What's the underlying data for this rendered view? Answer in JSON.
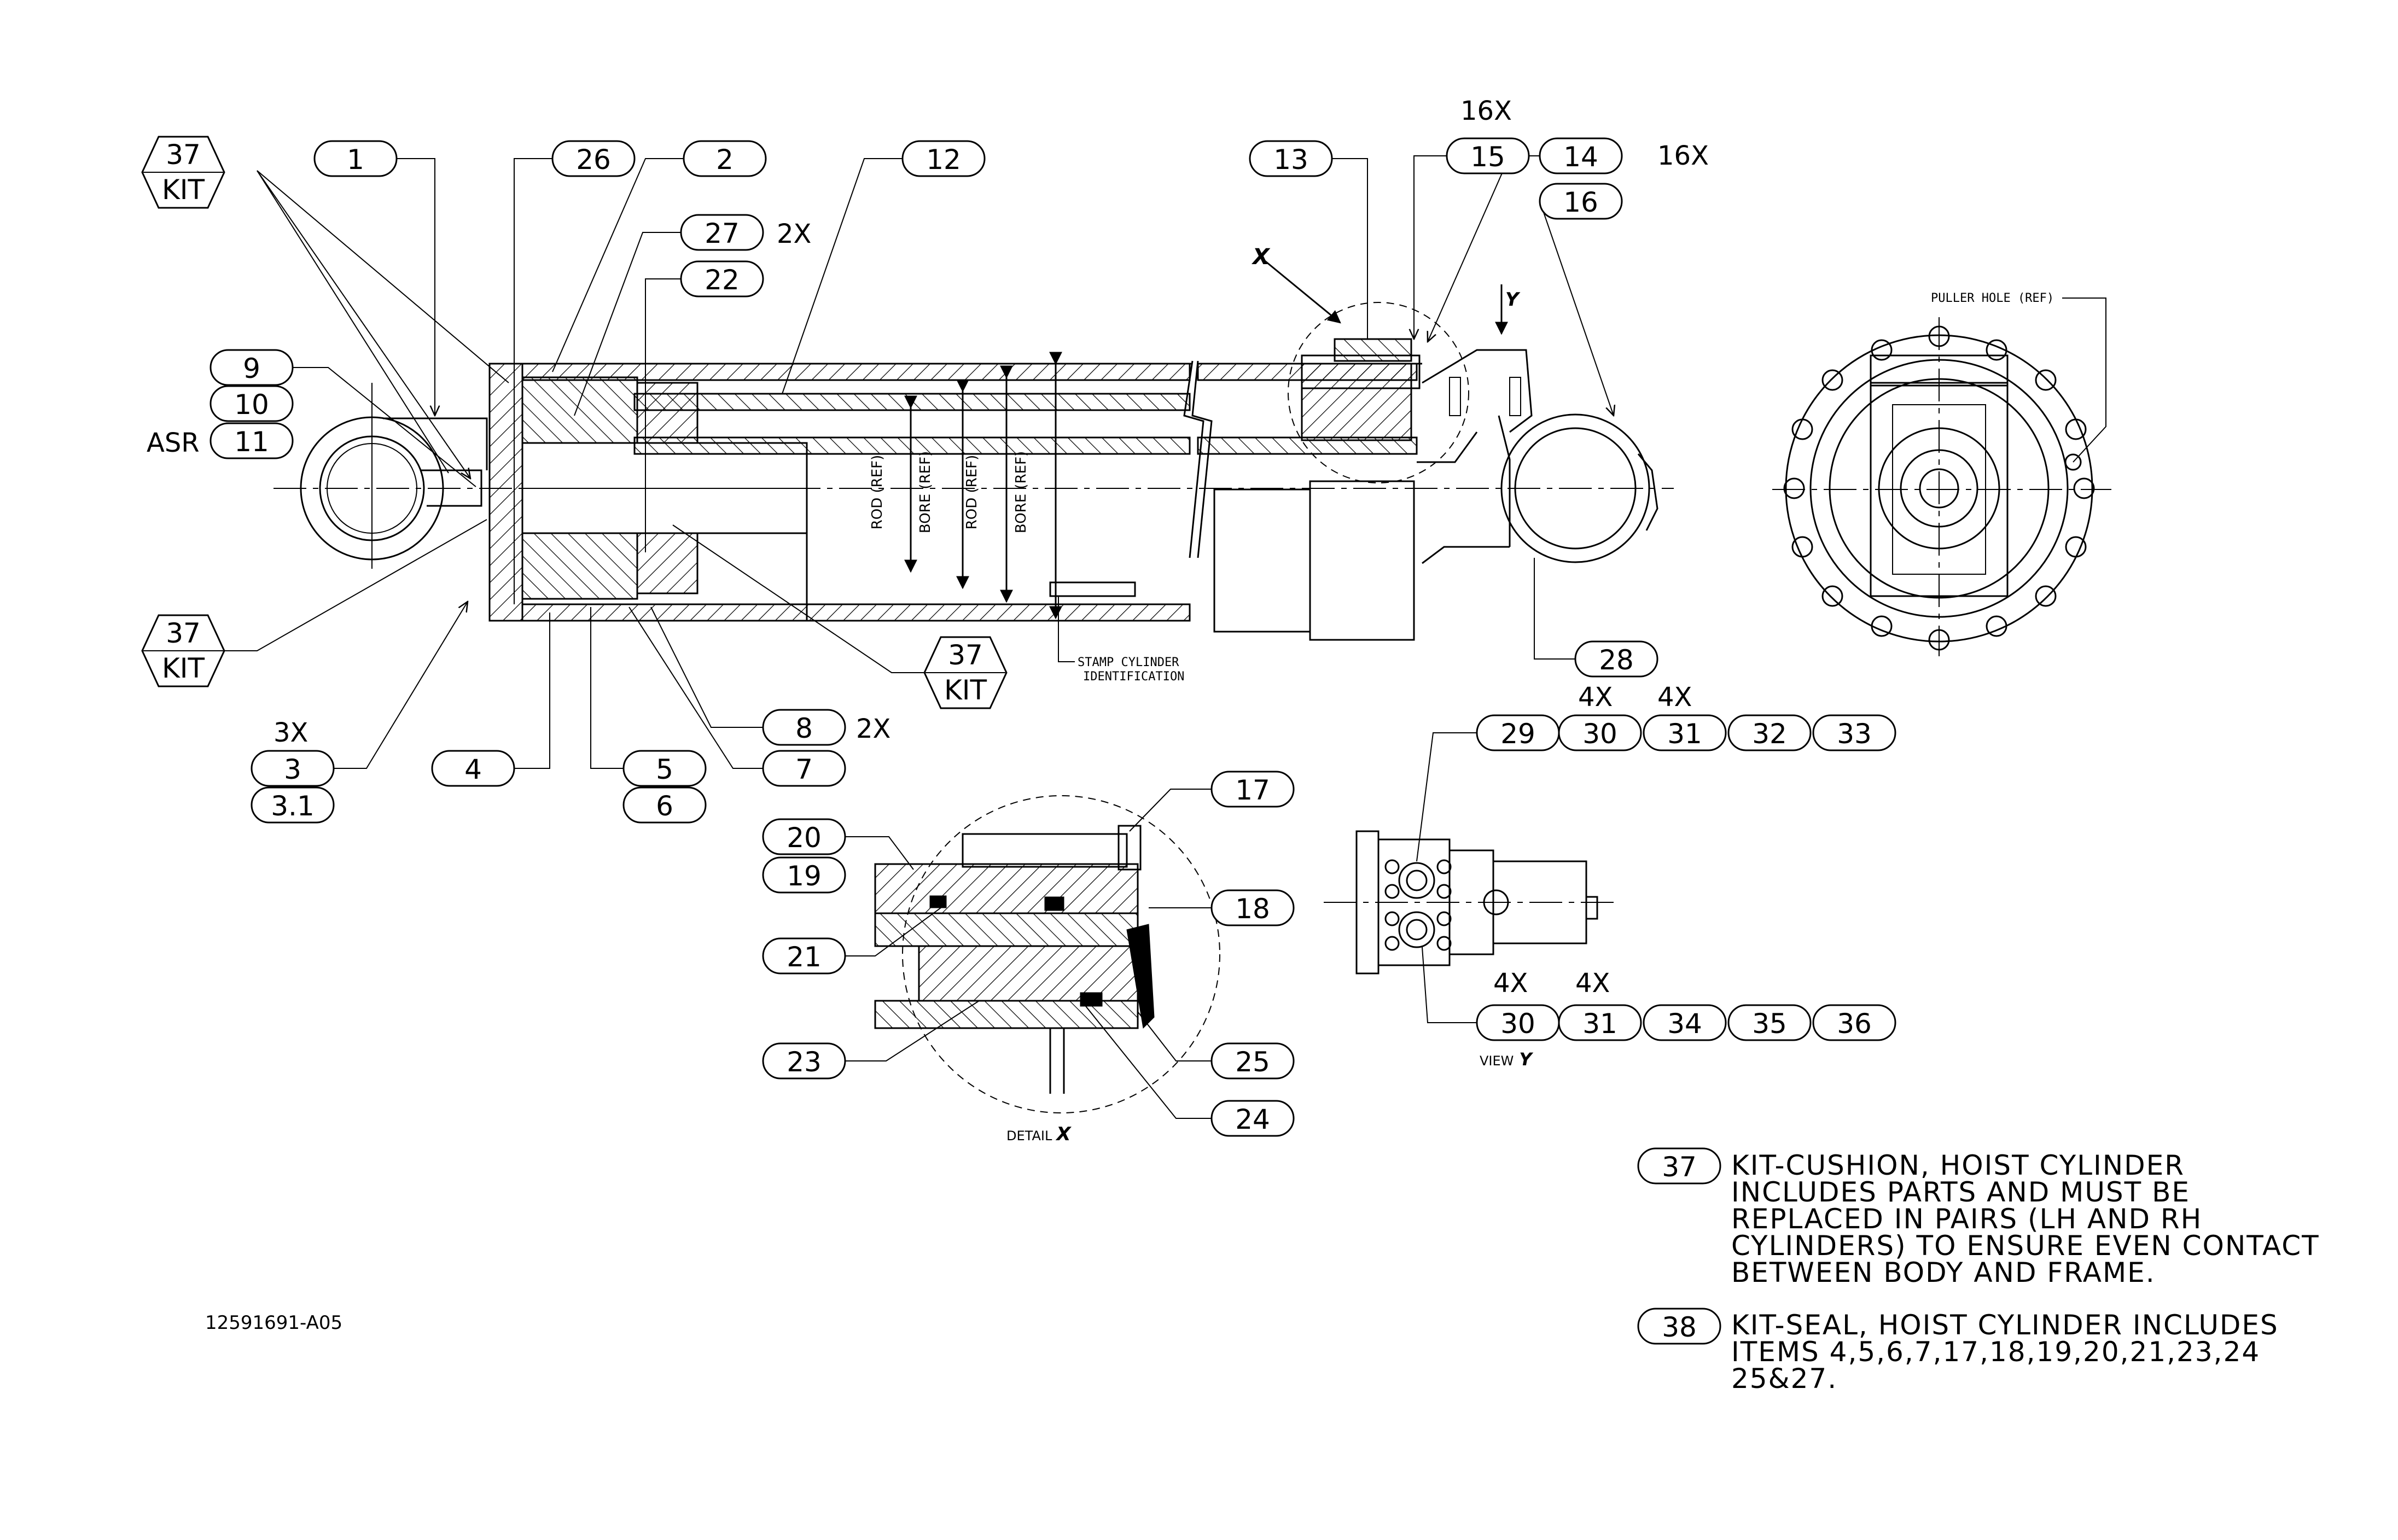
{
  "bubbles": [
    {
      "id": "b1",
      "text": "1"
    },
    {
      "id": "b26",
      "text": "26"
    },
    {
      "id": "b2",
      "text": "2"
    },
    {
      "id": "b12",
      "text": "12"
    },
    {
      "id": "b27",
      "text": "27"
    },
    {
      "id": "b22",
      "text": "22"
    },
    {
      "id": "b9",
      "text": "9"
    },
    {
      "id": "b10",
      "text": "10"
    },
    {
      "id": "b11",
      "text": "11"
    },
    {
      "id": "b13",
      "text": "13"
    },
    {
      "id": "b15",
      "text": "15"
    },
    {
      "id": "b14",
      "text": "14"
    },
    {
      "id": "b16",
      "text": "16"
    },
    {
      "id": "b28",
      "text": "28"
    },
    {
      "id": "b3",
      "text": "3"
    },
    {
      "id": "b31a",
      "text": "3.1"
    },
    {
      "id": "b4",
      "text": "4"
    },
    {
      "id": "b5",
      "text": "5"
    },
    {
      "id": "b6",
      "text": "6"
    },
    {
      "id": "b8",
      "text": "8"
    },
    {
      "id": "b7",
      "text": "7"
    },
    {
      "id": "b29",
      "text": "29"
    },
    {
      "id": "b30a",
      "text": "30"
    },
    {
      "id": "b31b",
      "text": "31"
    },
    {
      "id": "b32",
      "text": "32"
    },
    {
      "id": "b33",
      "text": "33"
    },
    {
      "id": "b30b",
      "text": "30"
    },
    {
      "id": "b31c",
      "text": "31"
    },
    {
      "id": "b34",
      "text": "34"
    },
    {
      "id": "b35",
      "text": "35"
    },
    {
      "id": "b36",
      "text": "36"
    },
    {
      "id": "b17",
      "text": "17"
    },
    {
      "id": "b20",
      "text": "20"
    },
    {
      "id": "b19",
      "text": "19"
    },
    {
      "id": "b18",
      "text": "18"
    },
    {
      "id": "b21",
      "text": "21"
    },
    {
      "id": "b23",
      "text": "23"
    },
    {
      "id": "b25",
      "text": "25"
    },
    {
      "id": "b24",
      "text": "24"
    },
    {
      "id": "bn37",
      "text": "37"
    },
    {
      "id": "bn38",
      "text": "38"
    }
  ],
  "kits": [
    {
      "id": "k1",
      "top": "37",
      "bottom": "KIT"
    },
    {
      "id": "k2",
      "top": "37",
      "bottom": "KIT"
    },
    {
      "id": "k3",
      "top": "37",
      "bottom": "KIT"
    }
  ],
  "multipliers": {
    "m16x_top": "16X",
    "m16x_right": "16X",
    "m2x_27": "2X",
    "m3x": "3X",
    "m2x_8": "2X",
    "m4x_30a": "4X",
    "m4x_31a": "4X",
    "m4x_30b": "4X",
    "m4x_31b": "4X",
    "asr": "ASR"
  },
  "labels": {
    "rod1": "ROD (REF)",
    "bore1": "BORE (REF)",
    "rod2": "ROD (REF)",
    "bore2": "BORE (REF)",
    "stamp1": "STAMP CYLINDER",
    "stamp2": "IDENTIFICATION",
    "puller": "PULLER HOLE (REF)",
    "detail_prefix": "DETAIL",
    "detail_letter": "X",
    "view_prefix": "VIEW",
    "view_letter": "Y",
    "x_marker": "X",
    "y_marker": "Y",
    "part_number": "12591691-A05"
  },
  "notes": {
    "n37": [
      "KIT-CUSHION, HOIST CYLINDER",
      "INCLUDES PARTS AND MUST BE",
      "REPLACED IN PAIRS (LH AND RH",
      "CYLINDERS) TO ENSURE EVEN CONTACT",
      "BETWEEN BODY AND FRAME."
    ],
    "n38": [
      "KIT-SEAL, HOIST CYLINDER INCLUDES",
      "ITEMS 4,5,6,7,17,18,19,20,21,23,24",
      "25&27."
    ]
  }
}
